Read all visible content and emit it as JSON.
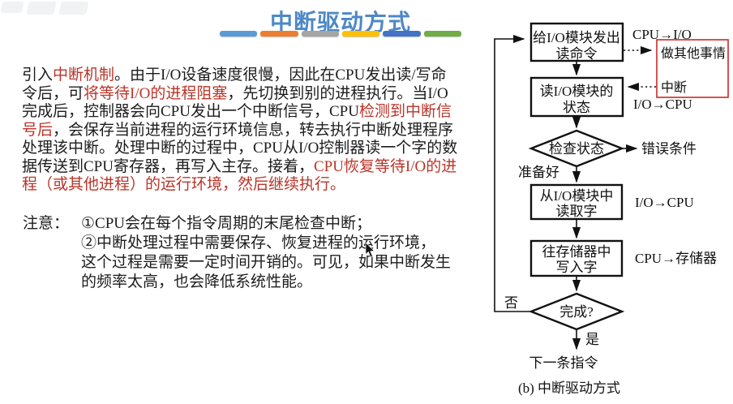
{
  "header": {
    "title": "中断驱动方式",
    "underline_colors": [
      "#5b9bd5",
      "#ed7d31",
      "#a5a5a5",
      "#ffc000",
      "#4472c4",
      "#70ad47"
    ]
  },
  "colors": {
    "title_blue": "#4e88c6",
    "highlight_red": "#b9352a",
    "flow_annotation_red": "#cc2a2a"
  },
  "intro": {
    "lines": [
      [
        {
          "t": "引入"
        },
        {
          "t": "中断机制",
          "red": true
        },
        {
          "t": "。由于I/O设备速度很慢，因此在CPU发出读/写命"
        }
      ],
      [
        {
          "t": "令后，可"
        },
        {
          "t": "将等待I/O的进程阻塞",
          "red": true
        },
        {
          "t": "，先切换到别的进程执行。当I/O"
        }
      ],
      [
        {
          "t": "完成后，控制器会向CPU发出一个中断信号，CPU"
        },
        {
          "t": "检测到中断信",
          "red": true
        }
      ],
      [
        {
          "t": "号后",
          "red": true
        },
        {
          "t": "，会保存当前进程的运行环境信息，转去执行中断处理程序"
        }
      ],
      [
        {
          "t": "处理该中断。处理中断的过程中，CPU从I/O控制器读一个字的数"
        }
      ],
      [
        {
          "t": "据传送到CPU寄存器，再写入主存。接着，"
        },
        {
          "t": "CPU恢复等待I/O的进",
          "red": true
        }
      ],
      [
        {
          "t": "程（或其他进程）的运行环境，然后继续执行。",
          "red": true
        }
      ]
    ]
  },
  "note": {
    "label": "注意：",
    "lines": [
      "①CPU会在每个指令周期的末尾检查中断；",
      "②中断处理过程中需要保存、恢复进程的运行环境，",
      "这个过程是需要一定时间开销的。可见，如果中断发生",
      "的频率太高，也会降低系统性能。"
    ]
  },
  "flowchart": {
    "caption": "(b) 中断驱动方式",
    "boxes": {
      "issue_read": [
        "给I/O模块发出",
        "读命令"
      ],
      "read_status": [
        "读I/O模块的",
        "状态"
      ],
      "read_word": [
        "从I/O模块中",
        "读取字"
      ],
      "write_word": [
        "往存储器中",
        "写入字"
      ]
    },
    "diamonds": {
      "check_status": "检查状态",
      "done": "完成?"
    },
    "side_box": {
      "do_other": "做其他事情",
      "interrupt": "中断"
    },
    "labels": {
      "cpu_to_io": "CPU→I/O",
      "io_to_cpu_1": "I/O→CPU",
      "error": "错误条件",
      "ready": "准备好",
      "io_to_cpu_2": "I/O→CPU",
      "cpu_to_mem": "CPU→存储器",
      "no": "否",
      "yes": "是",
      "next_instr": "下一条指令"
    }
  }
}
